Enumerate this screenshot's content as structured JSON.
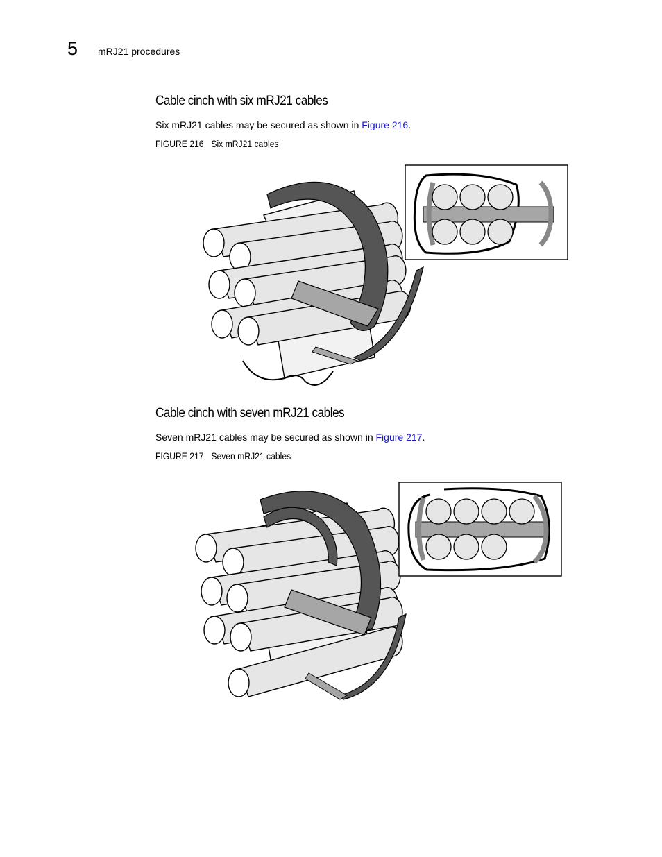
{
  "header": {
    "chapter_number": "5",
    "chapter_title": "mRJ21 procedures"
  },
  "sections": [
    {
      "heading": "Cable cinch with six mRJ21 cables",
      "text_before": "Six mRJ21 cables may be secured as shown in ",
      "link": "Figure 216",
      "text_after": ".",
      "figure_label": "FIGURE 216",
      "figure_title": "Six mRJ21 cables"
    },
    {
      "heading": "Cable cinch with seven mRJ21 cables",
      "text_before": "Seven mRJ21 cables may be secured as shown in ",
      "link": "Figure 217",
      "text_after": ".",
      "figure_label": "FIGURE 217",
      "figure_title": "Seven mRJ21 cables"
    }
  ],
  "colors": {
    "link": "#1a1acc",
    "strap_dark": "#555555",
    "strap_light": "#a6a6a6",
    "cable_fill": "#e6e6e6"
  }
}
